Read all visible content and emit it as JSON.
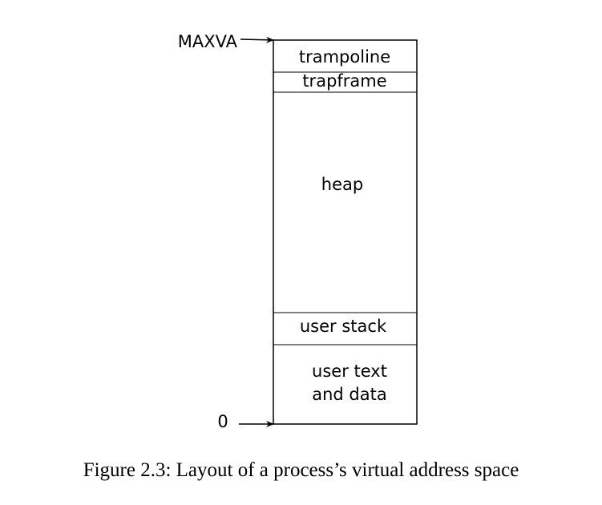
{
  "addresses": {
    "top": "MAXVA",
    "bottom": "0"
  },
  "segments": {
    "trampoline": "trampoline",
    "trapframe": "trapframe",
    "heap": "heap",
    "user_stack": "user stack",
    "user_text_line1": "user text",
    "user_text_line2": "and data"
  },
  "caption": "Figure 2.3: Layout of a process’s virtual address space",
  "colors": {
    "stroke": "#000000",
    "background": "#ffffff",
    "text": "#000000"
  }
}
